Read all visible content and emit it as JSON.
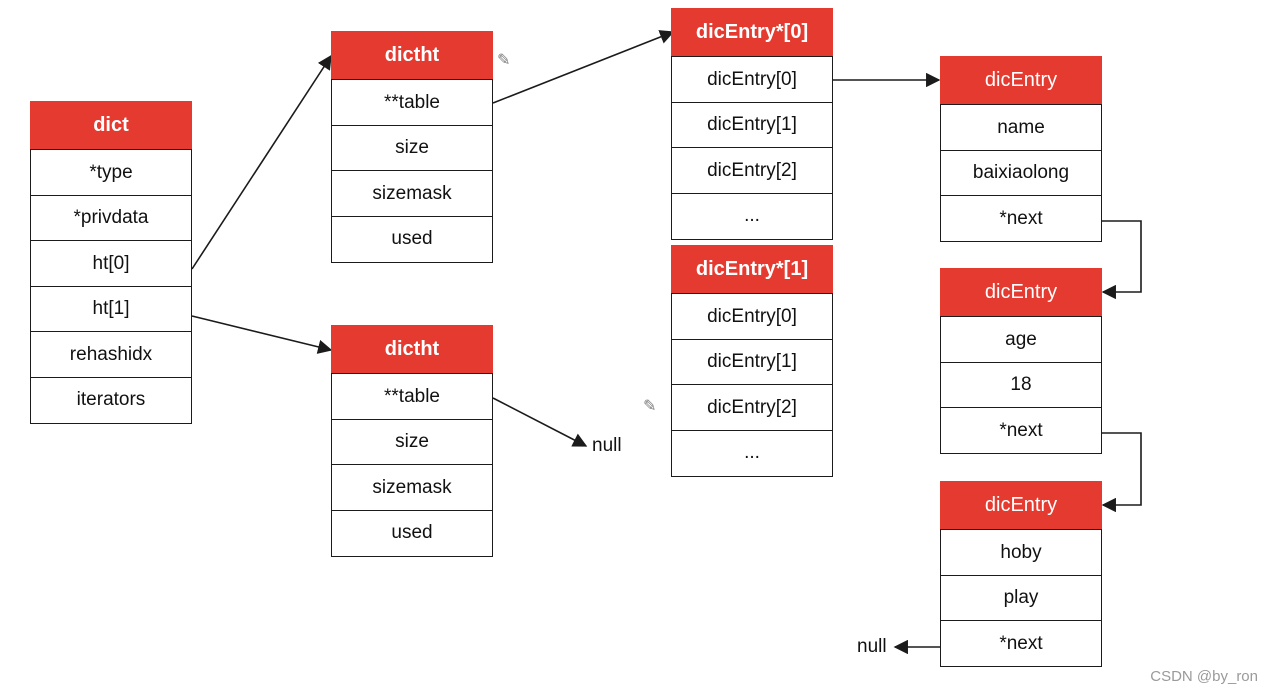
{
  "dict": {
    "title": "dict",
    "fields": [
      "*type",
      "*privdata",
      "ht[0]",
      "ht[1]",
      "rehashidx",
      "iterators"
    ]
  },
  "dictht_0": {
    "title": "dictht",
    "fields": [
      "**table",
      "size",
      "sizemask",
      "used"
    ]
  },
  "dictht_1": {
    "title": "dictht",
    "fields": [
      "**table",
      "size",
      "sizemask",
      "used"
    ]
  },
  "bucket_0": {
    "title": "dicEntry*[0]",
    "fields": [
      "dicEntry[0]",
      "dicEntry[1]",
      "dicEntry[2]",
      "..."
    ]
  },
  "bucket_1": {
    "title": "dicEntry*[1]",
    "fields": [
      "dicEntry[0]",
      "dicEntry[1]",
      "dicEntry[2]",
      "..."
    ]
  },
  "entry_1": {
    "title": "dicEntry",
    "fields": [
      "name",
      "baixiaolong",
      "*next"
    ]
  },
  "entry_2": {
    "title": "dicEntry",
    "fields": [
      "age",
      "18",
      "*next"
    ]
  },
  "entry_3": {
    "title": "dicEntry",
    "fields": [
      "hoby",
      "play",
      "*next"
    ]
  },
  "null_labels": [
    "null",
    "null"
  ],
  "edit_icon": "pencil-icon",
  "watermark": "CSDN @by_ron",
  "colors": {
    "header": "#e53a2f",
    "border": "#1b1b1b",
    "arrow": "#1b1b1b"
  }
}
